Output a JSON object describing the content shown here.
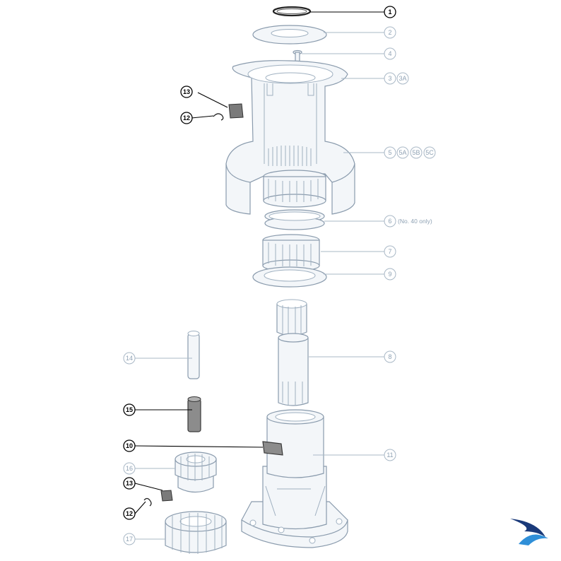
{
  "callouts": {
    "c1": "1",
    "c2": "2",
    "c4": "4",
    "c3": "3",
    "c3a": "3A",
    "c13_top": "13",
    "c12_top": "12",
    "c5": "5",
    "c5a": "5A",
    "c5b": "5B",
    "c5c": "5C",
    "c6": "6",
    "c6_note": "(No. 40 only)",
    "c7": "7",
    "c9": "9",
    "c8": "8",
    "c14": "14",
    "c15": "15",
    "c10": "10",
    "c11": "11",
    "c16": "16",
    "c13_bottom": "13",
    "c12_bottom": "12",
    "c17": "17"
  },
  "colors": {
    "highlighted_part": "#8c8c8c",
    "outline": "#8a9bad",
    "logo_dark": "#1a3a7a",
    "logo_light": "#2f8fd8"
  }
}
